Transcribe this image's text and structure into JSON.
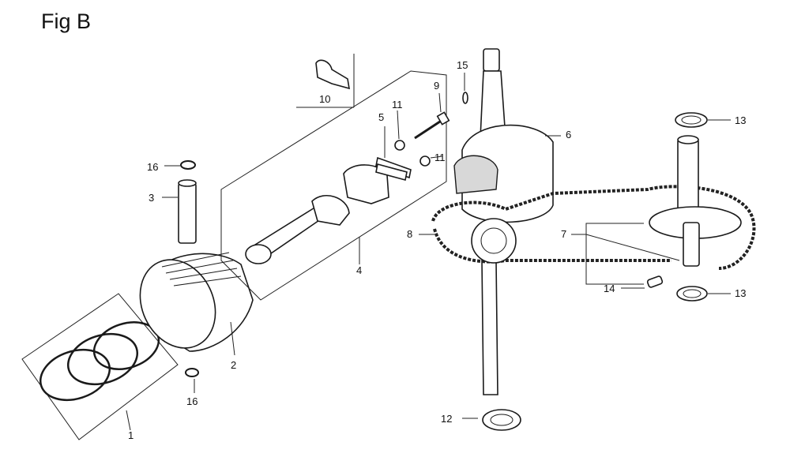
{
  "figure": {
    "title": "Fig B"
  },
  "callouts": {
    "c1": "1",
    "c2": "2",
    "c3": "3",
    "c4": "4",
    "c5": "5",
    "c6": "6",
    "c7": "7",
    "c8": "8",
    "c9": "9",
    "c10": "10",
    "c11a": "11",
    "c11b": "11",
    "c12": "12",
    "c13a": "13",
    "c13b": "13",
    "c14": "14",
    "c15": "15",
    "c16a": "16",
    "c16b": "16"
  }
}
